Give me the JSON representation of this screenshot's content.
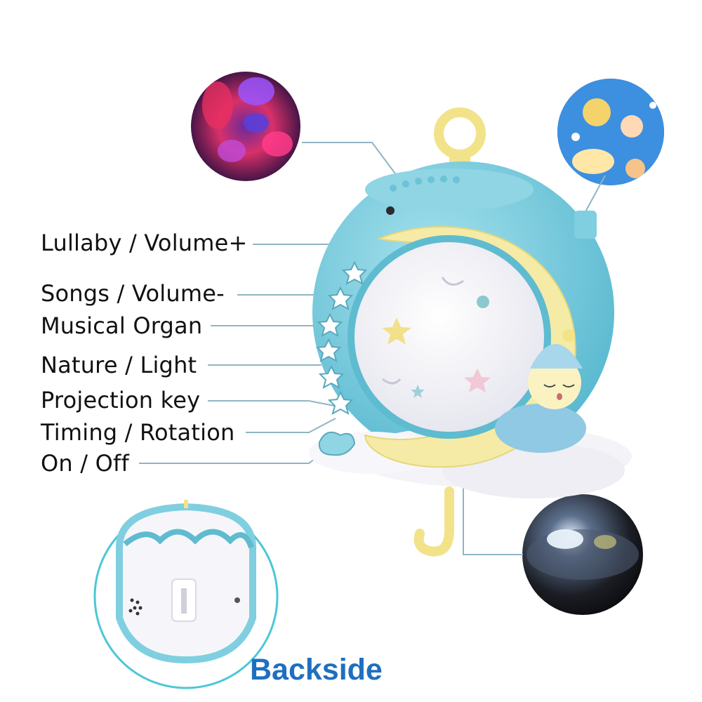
{
  "labels": [
    "Lullaby / Volume+",
    "Songs / Volume-",
    "Musical Organ",
    "Nature / Light",
    "Projection key",
    "Timing / Rotation",
    "On / Off"
  ],
  "backside_label": "Backside",
  "colors": {
    "body_blue": "#7fcfe0",
    "moon_yellow": "#f5eba6",
    "dome_white": "#f7f7fb",
    "label_blue": "#1e6fc0",
    "leader_line": "#8fb5c2"
  },
  "icons": [
    "star-button-icon",
    "hanger-hook-icon",
    "cloud-base-icon"
  ]
}
